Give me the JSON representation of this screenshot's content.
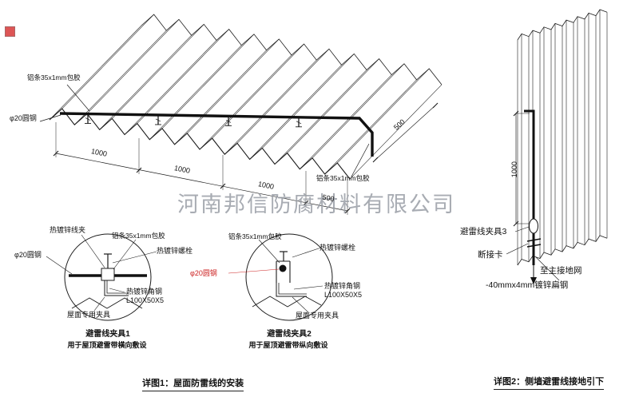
{
  "watermark": {
    "text": "河南邦信防腐材料有限公司"
  },
  "detail1": {
    "caption": "详图1：屋面防雷线的安装",
    "roof": {
      "alu_label_top": "铝条35x1mm包胶",
      "alu_label_right": "铝条35x1mm包胶",
      "rod_label": "φ20圆钢",
      "dims": [
        "1000",
        "1000",
        "1000",
        "500"
      ],
      "edge_dim": "500"
    },
    "clamp1": {
      "clip": "热镀锌线夹",
      "alu": "铝条35x1mm包胶",
      "bolt": "热镀锌螺栓",
      "rod": "φ20圆钢",
      "angle": "热镀锌角钢",
      "angle_spec": "L100X50X5",
      "fixture": "屋面专用夹具",
      "title": "避雷线夹具1",
      "subtitle": "用于屋顶避雷带横向敷设"
    },
    "clamp2": {
      "alu": "铝条35x1mm包胶",
      "bolt": "热镀锌螺栓",
      "rod": "φ20圆钢",
      "angle": "热镀锌角钢",
      "angle_spec": "L100X50X5",
      "fixture": "屋面专用夹具",
      "title": "避雷线夹具2",
      "subtitle": "用于屋顶避雷带纵向敷设"
    }
  },
  "detail2": {
    "caption": "详图2：侧墙避雷线接地引下",
    "clamp3": "避雷线夹具3",
    "disconnect": "断接卡",
    "to_ground": "至主接地网",
    "flat_steel": "-40mmx4mm镀锌扁钢",
    "wall_dim": "1000"
  },
  "colors": {
    "line": "#1b1b1b",
    "accent_red": "#cc2222",
    "watermark_gray": "#9a9ea6"
  }
}
